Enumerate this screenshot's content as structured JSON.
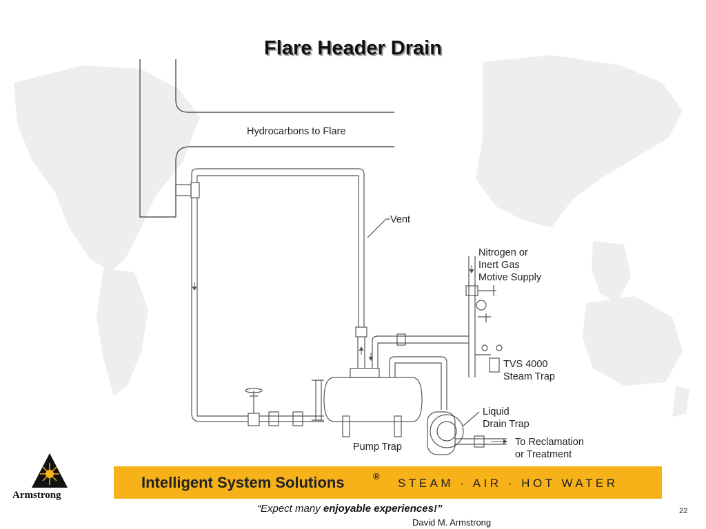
{
  "slide": {
    "title": "Flare Header Drain",
    "page_number": "22"
  },
  "diagram": {
    "labels": {
      "hydrocarbons": "Hydrocarbons to Flare",
      "vent": "Vent",
      "nitrogen": [
        "Nitrogen or",
        "Inert Gas",
        "Motive Supply"
      ],
      "tvs": [
        "TVS 4000",
        "Steam Trap"
      ],
      "liquid_trap": [
        "Liquid",
        "Drain Trap"
      ],
      "reclamation": [
        "To Reclamation",
        "or Treatment"
      ],
      "pump_trap": "Pump Trap"
    },
    "pipe_color": "#555555",
    "map_color": "#eeeeee"
  },
  "banner": {
    "main": "Intelligent System Solutions",
    "registered": "®",
    "tagline": "STEAM · AIR · HOT WATER",
    "color": "#f7b21a"
  },
  "footer": {
    "quote_prefix": "“Expect many ",
    "quote_emphasis": "enjoyable experiences!”",
    "author": "David M. Armstrong"
  },
  "brand": {
    "name": "Armstrong",
    "logo_icon": "armstrong-star-logo-icon"
  }
}
